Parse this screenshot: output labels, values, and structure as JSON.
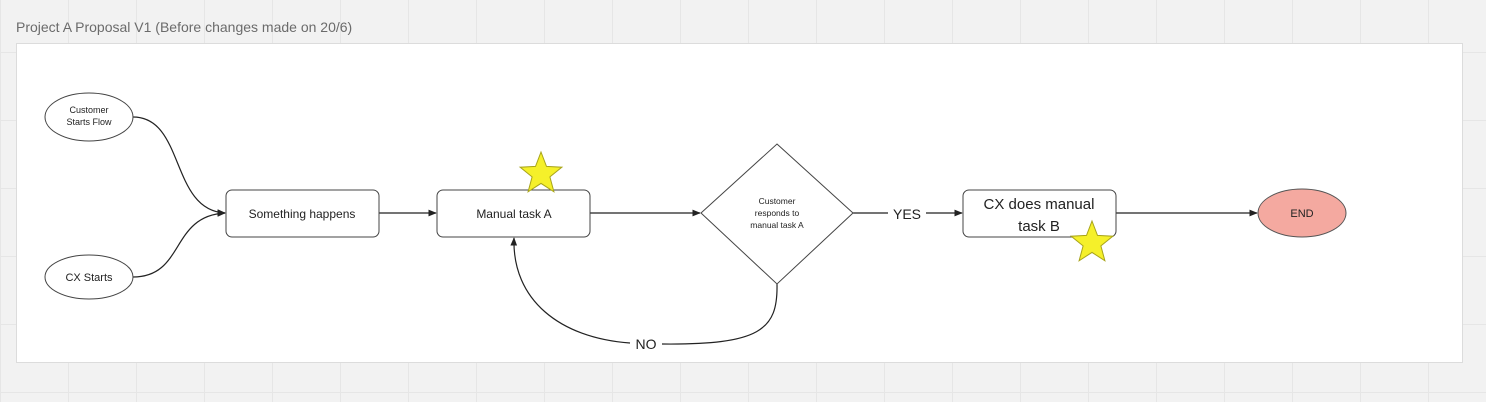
{
  "frame": {
    "title": "Project A Proposal V1 (Before changes made on 20/6)"
  },
  "nodes": {
    "customer_starts": {
      "line1": "Customer",
      "line2": "Starts Flow"
    },
    "cx_starts": {
      "label": "CX Starts"
    },
    "something_happens": {
      "label": "Something happens"
    },
    "manual_task_a": {
      "label": "Manual task A"
    },
    "decision": {
      "line1": "Customer",
      "line2": "responds to",
      "line3": "manual task A"
    },
    "cx_task_b": {
      "line1": "CX does manual",
      "line2": "task B"
    },
    "end": {
      "label": "END"
    }
  },
  "edges": {
    "yes_label": "YES",
    "no_label": "NO"
  },
  "colors": {
    "end_fill": "#f4a9a0",
    "star_fill": "#f5f02a",
    "line": "#222222"
  },
  "icons": [
    "star-icon",
    "star-icon"
  ]
}
